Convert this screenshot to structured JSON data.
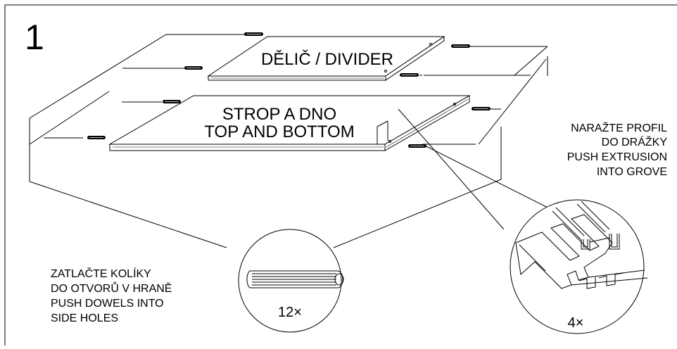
{
  "step_number": "1",
  "labels": {
    "divider": "DĚLIČ / DIVIDER",
    "top_bottom_line1": "STROP A DNO",
    "top_bottom_line2": "TOP AND BOTTOM"
  },
  "note_extrusion": {
    "line1": "NARAŽTE PROFIL",
    "line2": "DO DRÁŽKY",
    "line3": "PUSH EXTRUSION",
    "line4": "INTO GROVE"
  },
  "note_dowels": {
    "line1": "ZATLAČTE KOLÍKY",
    "line2": "DO OTVORŮ V HRANĚ",
    "line3": "PUSH DOWELS INTO",
    "line4": "SIDE HOLES"
  },
  "quantities": {
    "dowels": "12×",
    "extrusions": "4×"
  }
}
